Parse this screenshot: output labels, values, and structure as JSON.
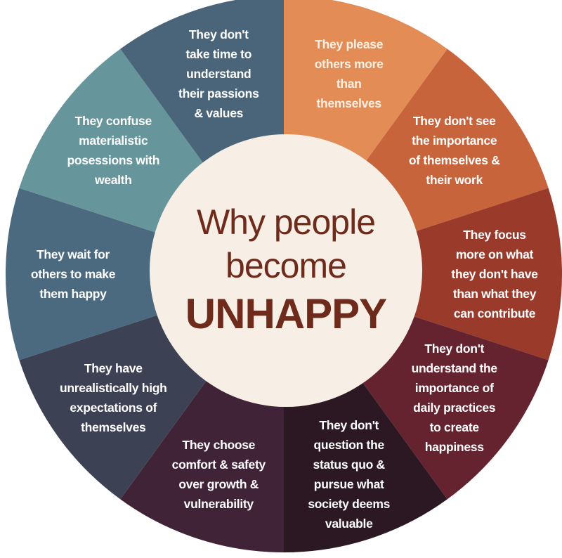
{
  "title": {
    "line1": "Why people",
    "line2": "become",
    "line3": "UNHAPPY",
    "color": "#6e2b1c"
  },
  "center_color": "#f7efe6",
  "segments": [
    {
      "lines": [
        "They please",
        "others more",
        "than",
        "themselves"
      ],
      "color": "#e38c55",
      "text_color": "#fdf0e4"
    },
    {
      "lines": [
        "They don't see",
        "the importance",
        "of themselves &",
        "their work"
      ],
      "color": "#c8643b",
      "text_color": "#ffffff"
    },
    {
      "lines": [
        "They focus",
        "more on what",
        "they don't have",
        "than what they",
        "can contribute"
      ],
      "color": "#9a3a2b",
      "text_color": "#ffffff"
    },
    {
      "lines": [
        "They don't",
        "understand the",
        "importance of",
        "daily practices",
        "to create",
        "happiness"
      ],
      "color": "#64232e",
      "text_color": "#ffffff"
    },
    {
      "lines": [
        "They don't",
        "question the",
        "status quo &",
        "pursue what",
        "society deems",
        "valuable"
      ],
      "color": "#2c1822",
      "text_color": "#ffffff"
    },
    {
      "lines": [
        "They choose",
        "comfort & safety",
        "over growth &",
        "vulnerability"
      ],
      "color": "#412337",
      "text_color": "#ffffff"
    },
    {
      "lines": [
        "They have",
        "unrealistically high",
        "expectations of",
        "themselves"
      ],
      "color": "#3d4154",
      "text_color": "#ffffff"
    },
    {
      "lines": [
        "They wait for",
        "others to make",
        "them happy"
      ],
      "color": "#4b6a80",
      "text_color": "#ffffff"
    },
    {
      "lines": [
        "They confuse",
        "materialistic",
        "posessions with",
        "wealth"
      ],
      "color": "#66959c",
      "text_color": "#ffffff"
    },
    {
      "lines": [
        "They don't",
        "take time to",
        "understand",
        "their passions",
        "& values"
      ],
      "color": "#4a6579",
      "text_color": "#ffffff"
    }
  ]
}
